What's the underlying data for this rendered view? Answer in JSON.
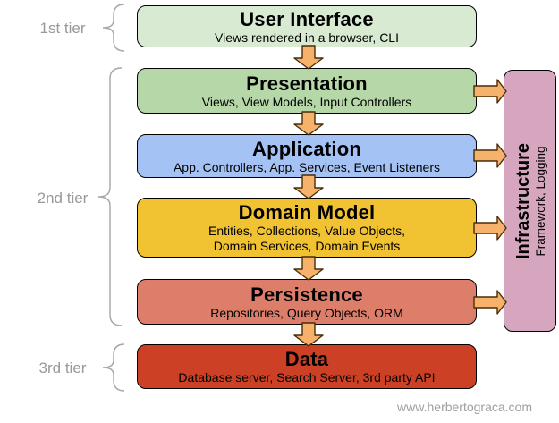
{
  "tiers": [
    {
      "label": "1st tier"
    },
    {
      "label": "2nd tier"
    },
    {
      "label": "3rd tier"
    }
  ],
  "layers": [
    {
      "title": "User Interface",
      "subtitle": "Views rendered in a browser, CLI",
      "fill": "#d9ead3"
    },
    {
      "title": "Presentation",
      "subtitle": "Views, View Models, Input Controllers",
      "fill": "#b6d7a8"
    },
    {
      "title": "Application",
      "subtitle": "App. Controllers, App. Services, Event Listeners",
      "fill": "#a4c2f4"
    },
    {
      "title": "Domain Model",
      "subtitle": "Entities, Collections, Value Objects,",
      "subtitle2": "Domain Services, Domain Events",
      "fill": "#f1c232"
    },
    {
      "title": "Persistence",
      "subtitle": "Repositories, Query Objects, ORM",
      "fill": "#dd7e6b"
    },
    {
      "title": "Data",
      "subtitle": "Database server, Search Server, 3rd party API",
      "fill": "#cc4125"
    }
  ],
  "infrastructure": {
    "title": "Infrastructure",
    "subtitle": "Framework, Logging",
    "fill": "#d5a6bd"
  },
  "watermark": {
    "text": "www.herbertograca.com"
  },
  "colors": {
    "arrow_fill": "#f6b26b",
    "arrow_stroke": "#4a2d07",
    "brace_gray": "#a6a6a6",
    "label_gray": "#999999",
    "box_border": "#000000"
  }
}
